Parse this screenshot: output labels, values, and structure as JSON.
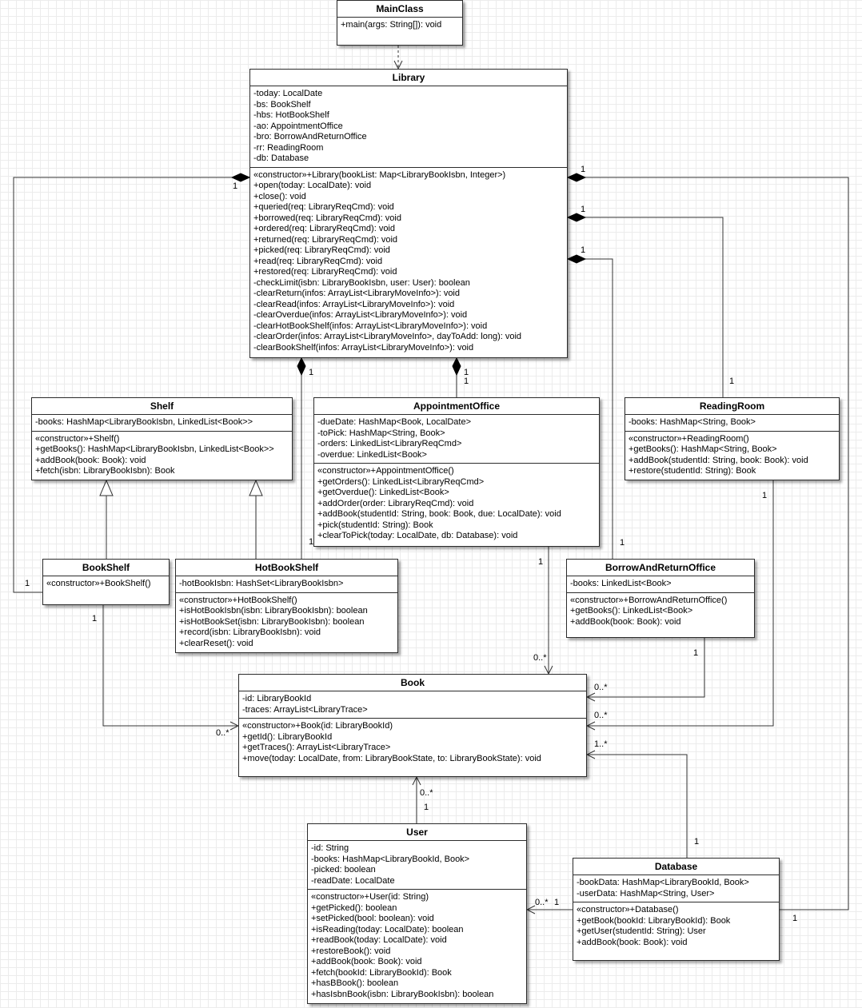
{
  "classes": {
    "mainclass": {
      "name": "MainClass",
      "attributes": [],
      "methods": [
        "+main(args: String[]): void"
      ]
    },
    "library": {
      "name": "Library",
      "attributes": [
        "-today: LocalDate",
        "-bs: BookShelf",
        "-hbs: HotBookShelf",
        "-ao: AppointmentOffice",
        "-bro: BorrowAndReturnOffice",
        "-rr: ReadingRoom",
        "-db: Database"
      ],
      "methods": [
        "«constructor»+Library(bookList: Map<LibraryBookIsbn, Integer>)",
        "+open(today: LocalDate): void",
        "+close(): void",
        "+queried(req: LibraryReqCmd): void",
        "+borrowed(req: LibraryReqCmd): void",
        "+ordered(req: LibraryReqCmd): void",
        "+returned(req: LibraryReqCmd): void",
        "+picked(req: LibraryReqCmd): void",
        "+read(req: LibraryReqCmd): void",
        "+restored(req: LibraryReqCmd): void",
        "-checkLimit(isbn: LibraryBookIsbn, user: User): boolean",
        "-clearReturn(infos: ArrayList<LibraryMoveInfo>): void",
        "-clearRead(infos: ArrayList<LibraryMoveInfo>): void",
        "-clearOverdue(infos: ArrayList<LibraryMoveInfo>): void",
        "-clearHotBookShelf(infos: ArrayList<LibraryMoveInfo>): void",
        "-clearOrder(infos: ArrayList<LibraryMoveInfo>, dayToAdd: long): void",
        "-clearBookShelf(infos: ArrayList<LibraryMoveInfo>): void"
      ]
    },
    "shelf": {
      "name": "Shelf",
      "attributes": [
        "-books: HashMap<LibraryBookIsbn, LinkedList<Book>>"
      ],
      "methods": [
        "«constructor»+Shelf()",
        "+getBooks(): HashMap<LibraryBookIsbn, LinkedList<Book>>",
        "+addBook(book: Book): void",
        "+fetch(isbn: LibraryBookIsbn): Book"
      ]
    },
    "appointmentoffice": {
      "name": "AppointmentOffice",
      "attributes": [
        "-dueDate: HashMap<Book, LocalDate>",
        "-toPick: HashMap<String, Book>",
        "-orders: LinkedList<LibraryReqCmd>",
        "-overdue: LinkedList<Book>"
      ],
      "methods": [
        "«constructor»+AppointmentOffice()",
        "+getOrders(): LinkedList<LibraryReqCmd>",
        "+getOverdue(): LinkedList<Book>",
        "+addOrder(order: LibraryReqCmd): void",
        "+addBook(studentId: String, book: Book, due: LocalDate): void",
        "+pick(studentId: String): Book",
        "+clearToPick(today: LocalDate, db: Database): void"
      ]
    },
    "readingroom": {
      "name": "ReadingRoom",
      "attributes": [
        "-books: HashMap<String, Book>"
      ],
      "methods": [
        "«constructor»+ReadingRoom()",
        "+getBooks(): HashMap<String, Book>",
        "+addBook(studentId: String, book: Book): void",
        "+restore(studentId: String): Book"
      ]
    },
    "bookshelf": {
      "name": "BookShelf",
      "attributes": [],
      "methods": [
        "«constructor»+BookShelf()"
      ]
    },
    "hotbookshelf": {
      "name": "HotBookShelf",
      "attributes": [
        "-hotBookIsbn: HashSet<LibraryBookIsbn>"
      ],
      "methods": [
        "«constructor»+HotBookShelf()",
        "+isHotBookIsbn(isbn: LibraryBookIsbn): boolean",
        "+isHotBookSet(isbn: LibraryBookIsbn): boolean",
        "+record(isbn: LibraryBookIsbn): void",
        "+clearReset(): void"
      ]
    },
    "borrowandreturnoffice": {
      "name": "BorrowAndReturnOffice",
      "attributes": [
        "-books: LinkedList<Book>"
      ],
      "methods": [
        "«constructor»+BorrowAndReturnOffice()",
        "+getBooks(): LinkedList<Book>",
        "+addBook(book: Book): void"
      ]
    },
    "book": {
      "name": "Book",
      "attributes": [
        "-id: LibraryBookId",
        "-traces: ArrayList<LibraryTrace>"
      ],
      "methods": [
        "«constructor»+Book(id: LibraryBookId)",
        "+getId(): LibraryBookId",
        "+getTraces(): ArrayList<LibraryTrace>",
        "+move(today: LocalDate, from: LibraryBookState, to: LibraryBookState): void"
      ]
    },
    "user": {
      "name": "User",
      "attributes": [
        "-id: String",
        "-books: HashMap<LibraryBookId, Book>",
        "-picked: boolean",
        "-readDate: LocalDate"
      ],
      "methods": [
        "«constructor»+User(id: String)",
        "+getPicked(): boolean",
        "+setPicked(bool: boolean): void",
        "+isReading(today: LocalDate): boolean",
        "+readBook(today: LocalDate): void",
        "+restoreBook(): void",
        "+addBook(book: Book): void",
        "+fetch(bookId: LibraryBookId): Book",
        "+hasBBook(): boolean",
        "+hasIsbnBook(isbn: LibraryBookIsbn): boolean"
      ]
    },
    "database": {
      "name": "Database",
      "attributes": [
        "-bookData: HashMap<LibraryBookId, Book>",
        "-userData: HashMap<String, User>"
      ],
      "methods": [
        "«constructor»+Database()",
        "+getBook(bookId: LibraryBookId): Book",
        "+getUser(studentId: String): User",
        "+addBook(book: Book): void"
      ]
    }
  },
  "multiplicities": {
    "lib_bs_left": "1",
    "bs_lib_left": "1",
    "lib_db_right": "1",
    "db_lib_right": "1",
    "lib_rr_right": "1",
    "rr_lib": "1",
    "lib_bro_right": "1",
    "bro_lib": "1",
    "lib_hbs": "1",
    "hbs_lib": "1",
    "lib_ao_1": "1",
    "lib_ao_2": "1",
    "ao_book_src": "1",
    "ao_book_dst": "0..*",
    "bro_book_src": "1",
    "bro_book_dst": "0..*",
    "rr_book_src": "1",
    "rr_book_dst": "0..*",
    "bs_book_src": "1",
    "bs_book_dst": "0..*",
    "db_book_src": "1",
    "db_book_dst": "1..*",
    "user_book_src": "1",
    "user_book_dst": "0..*",
    "db_user_src": "1",
    "db_user_dst": "0..*"
  }
}
